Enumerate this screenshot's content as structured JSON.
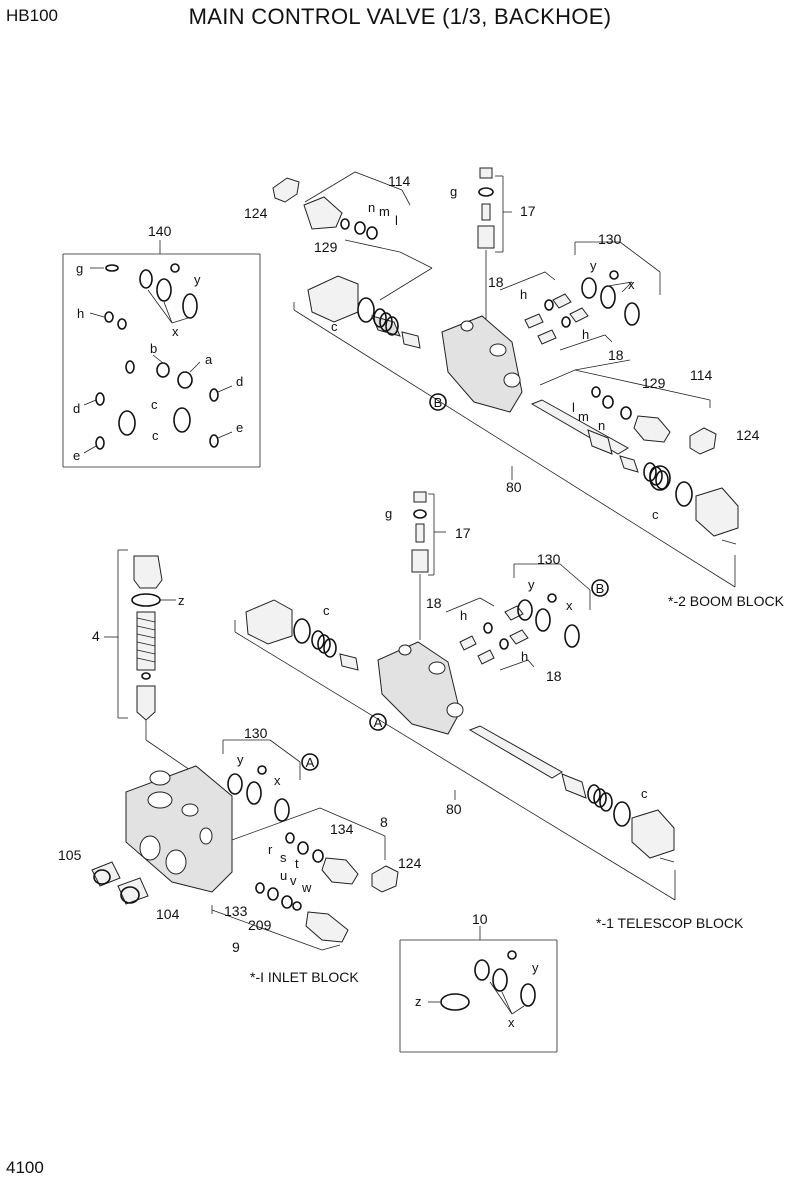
{
  "header": {
    "model": "HB100",
    "title": "MAIN CONTROL VALVE (1/3, BACKHOE)"
  },
  "footer": {
    "page_number": "4100"
  },
  "blocks": {
    "boom": "*-2  BOOM BLOCK",
    "telescop": "*-1 TELESCOP BLOCK",
    "inlet": "*-I INLET BLOCK"
  },
  "references": {
    "A": "A",
    "B": "B"
  },
  "numbers": {
    "n4": "4",
    "n8": "8",
    "n9": "9",
    "n10": "10",
    "n17": "17",
    "n18": "18",
    "n80": "80",
    "n104": "104",
    "n105": "105",
    "n114": "114",
    "n124": "124",
    "n129": "129",
    "n130": "130",
    "n133": "133",
    "n134": "134",
    "n140": "140",
    "n209": "209"
  },
  "letters": {
    "a": "a",
    "b": "b",
    "c": "c",
    "d": "d",
    "e": "e",
    "g": "g",
    "h": "h",
    "l": "l",
    "m": "m",
    "n": "n",
    "r": "r",
    "s": "s",
    "t": "t",
    "u": "u",
    "v": "v",
    "w": "w",
    "x": "x",
    "y": "y",
    "z": "z"
  }
}
